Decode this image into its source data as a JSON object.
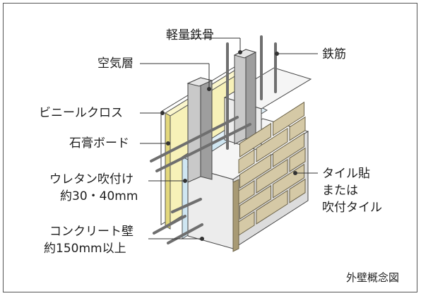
{
  "labels": {
    "light_steel": "軽量鉄骨",
    "rebar": "鉄筋",
    "air_layer": "空気層",
    "vinyl_cloth": "ビニールクロス",
    "gypsum_board": "石膏ボード",
    "urethan_line1": "ウレタン吹付け",
    "urethan_line2": "約30・40mm",
    "tile_line1": "タイル貼",
    "tile_line2": "または",
    "tile_line3": "吹付タイル",
    "concrete_line1": "コンクリート壁",
    "concrete_line2": "約150mm以上"
  },
  "caption": "外壁概念図",
  "colors": {
    "tile": "#d5c9a6",
    "tile_shadow": "#a89a74",
    "concrete": "#ececec",
    "concrete_dark": "#bdbdbd",
    "gypsum": "#f7f1b8",
    "gypsum_side": "#e3d87c",
    "urethane": "#cfe6f2",
    "steel": "#c9c9c9",
    "rebar": "#7a7a7a",
    "leader": "#333333"
  }
}
